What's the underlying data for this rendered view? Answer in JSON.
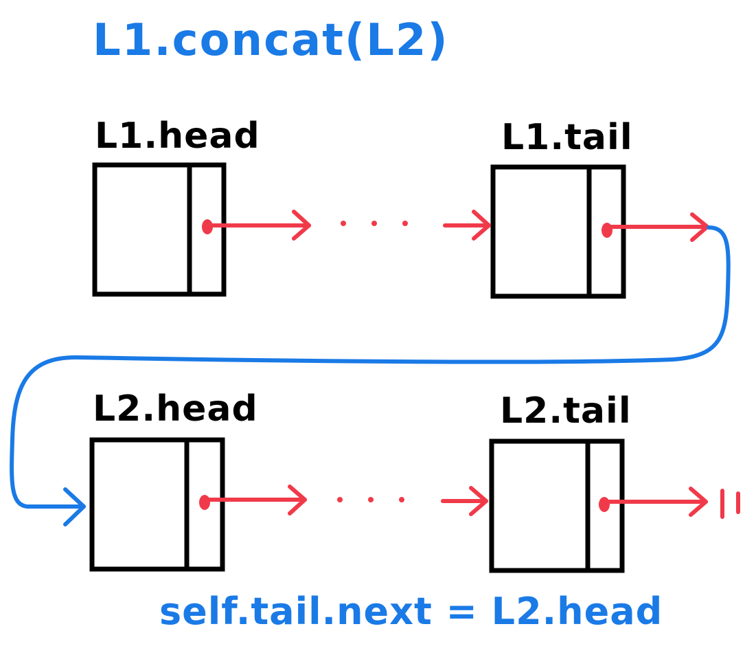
{
  "title": "L1.concat(L2)",
  "caption": "self.tail.next = L2.head",
  "labels": {
    "l1_head": "L1.head",
    "l1_tail": "L1.tail",
    "l2_head": "L2.head",
    "l2_tail": "L2.tail"
  },
  "ellipsis": "· · ·",
  "null_marker": "||",
  "colors": {
    "node_border": "#000000",
    "pointer": "#f03a4a",
    "link": "#1a7ae6",
    "text_blue": "#1a7ae6"
  }
}
